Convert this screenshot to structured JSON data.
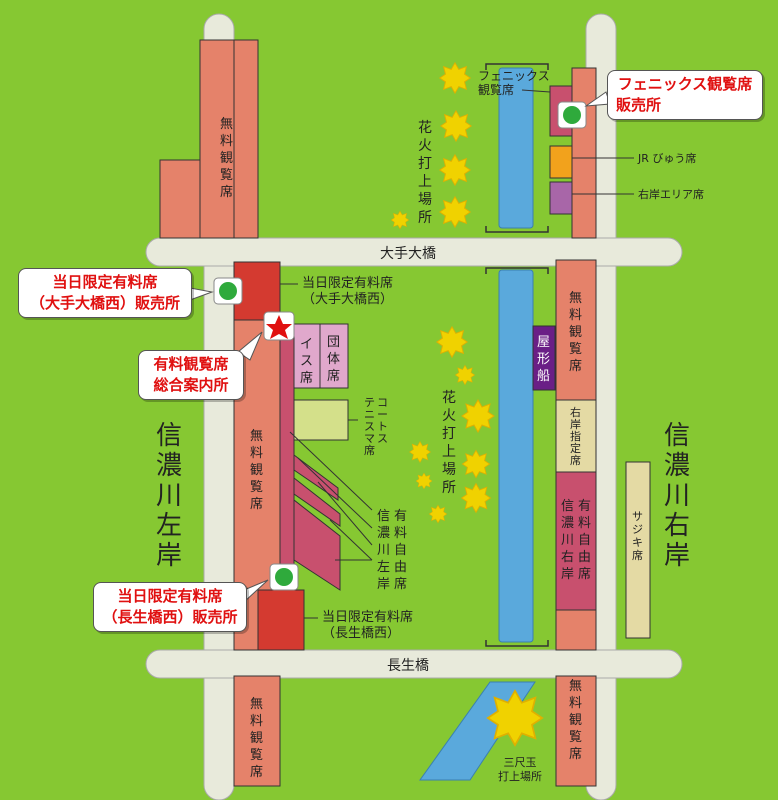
{
  "colors": {
    "grass": "#86c832",
    "road": "#e8eadb",
    "free_seat": "#e5826a",
    "limited_seat": "#d43a30",
    "river": "#5aa9dc",
    "pink_seat": "#e0a8cc",
    "reserved_seat": "#c8506e",
    "tennis_seat": "#d4e08a",
    "right_reserved": "#e4daa4",
    "jr_seat": "#f2a21c",
    "right_area_seat": "#a866a8",
    "boat": "#6a1f86",
    "firework": "#f0d200",
    "sales_point": "#2faa3c",
    "accent_text": "#e01010"
  },
  "roads": {
    "ote_bridge": "大手大橋",
    "nagao_bridge": "長生橋"
  },
  "river_banks": {
    "left": "信濃川左岸",
    "right": "信濃川右岸"
  },
  "seats": {
    "free_left_north": "無料観覧席",
    "free_left_middle": "無料観覧席",
    "free_left_south": "無料観覧席",
    "free_right_middle": "無料観覧席",
    "free_right_south": "無料観覧席",
    "chair_seat": "イス席",
    "group_seat": "団体席",
    "tennis_court_box": "テニスコートマス席",
    "left_reserved": "有料自由席",
    "left_reserved_label": "信濃川左岸有料自由席",
    "right_reserved_designated": "右岸指定席",
    "right_reserved_free": "信濃川右岸有料自由席",
    "sajiki": "サジキ席",
    "phoenix": "フェニックス観覧席",
    "jr_view": "JR びゅう席",
    "right_area": "右岸エリア席",
    "houseboat": "屋形船",
    "limited_ote": "当日限定有料席（大手大橋西）",
    "limited_nagao": "当日限定有料席（長生橋西）"
  },
  "launch_sites": {
    "north": "花火打上場所",
    "middle": "花火打上場所",
    "sanjakudama": "三尺玉打上場所"
  },
  "callouts": {
    "phoenix_sales": [
      "フェニックス観覧席",
      "販売所"
    ],
    "ote_sales": [
      "当日限定有料席",
      "（大手大橋西）販売所"
    ],
    "info_center": [
      "有料観覧席",
      "総合案内所"
    ],
    "nagao_sales": [
      "当日限定有料席",
      "（長生橋西）販売所"
    ]
  }
}
